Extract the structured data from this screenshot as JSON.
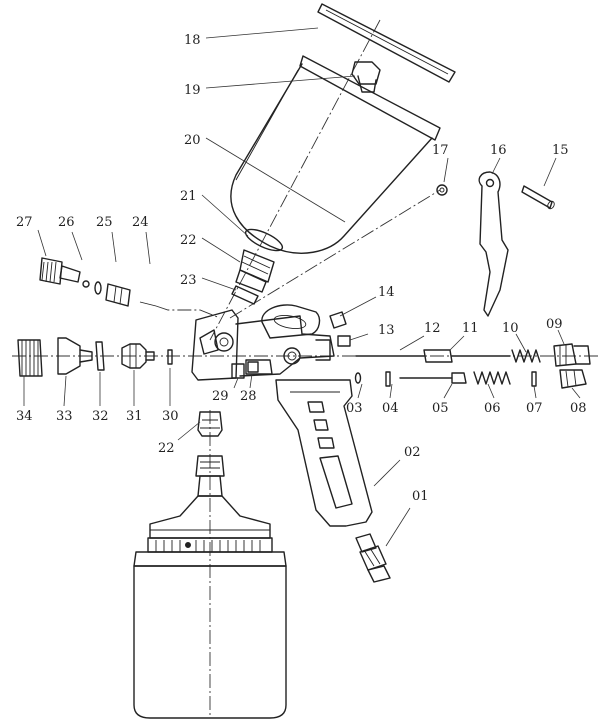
{
  "diagram": {
    "labels": [
      "01",
      "02",
      "03",
      "04",
      "05",
      "06",
      "07",
      "08",
      "09",
      "10",
      "11",
      "12",
      "13",
      "14",
      "15",
      "16",
      "17",
      "18",
      "19",
      "20",
      "21",
      "22",
      "22",
      "23",
      "24",
      "25",
      "26",
      "27",
      "28",
      "29",
      "30",
      "31",
      "32",
      "33",
      "34"
    ]
  }
}
